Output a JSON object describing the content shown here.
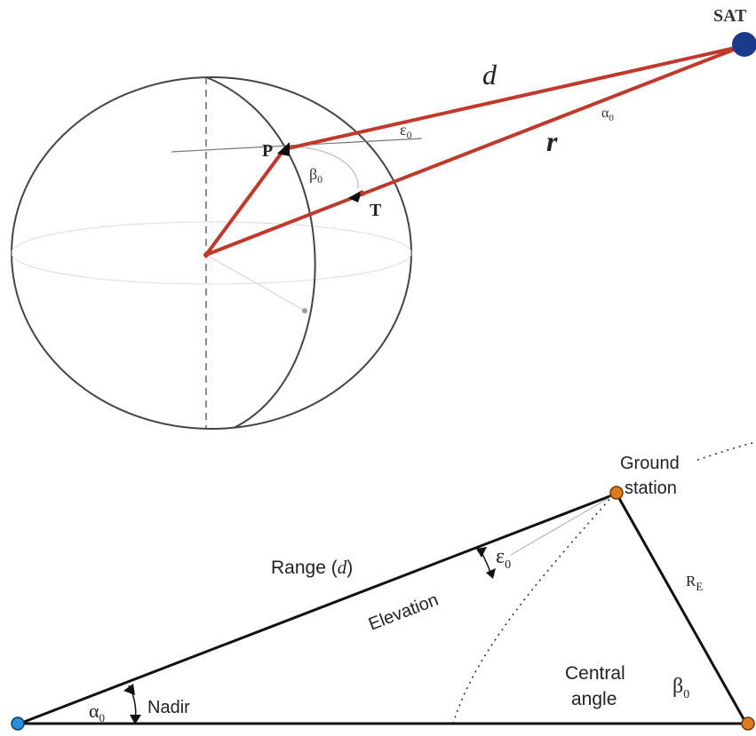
{
  "colors": {
    "red_line": "#c0392b",
    "sphere_outline": "#444444",
    "guide_gray": "#cccccc",
    "sat_blue": "#1c3a8c",
    "station_orange": "#e07a1f",
    "nadir_blue": "#2a8fd6",
    "text_dark": "#222222"
  },
  "top_figure": {
    "sat_label": "SAT",
    "range_label": "d",
    "nadir_angle_label": "α",
    "nadir_angle_sub": "0",
    "radius_label": "r",
    "elevation_label": "ε",
    "elevation_sub": "0",
    "point_p_label": "P",
    "point_t_label": "T",
    "central_angle_label": "β",
    "central_angle_sub": "0"
  },
  "bottom_figure": {
    "ground_station_line1": "Ground",
    "ground_station_line2": "station",
    "range_text": "Range (",
    "range_symbol": "d",
    "range_close": ")",
    "elevation_text": "Elevation",
    "elevation_symbol": "ε",
    "elevation_sub": "0",
    "earth_radius_symbol": "R",
    "earth_radius_sub": "E",
    "central_line1": "Central",
    "central_line2": "angle",
    "central_symbol": "β",
    "central_sub": "0",
    "nadir_text": "Nadir",
    "nadir_symbol": "α",
    "nadir_sub": "0"
  }
}
